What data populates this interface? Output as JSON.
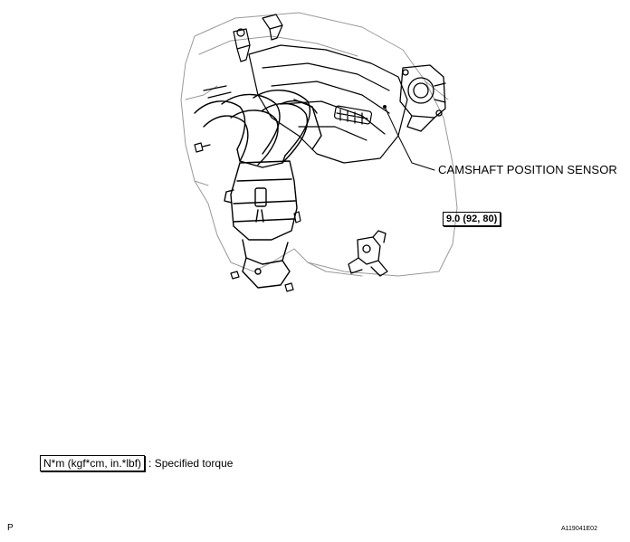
{
  "callouts": {
    "camshaft_sensor": "CAMSHAFT POSITION SENSOR",
    "torque_value": "9.0 (92, 80)"
  },
  "legend": {
    "unit_box": "N*m (kgf*cm, in.*lbf)",
    "description": ": Specified torque"
  },
  "footer": {
    "page_letter": "P",
    "figure_id": "A119041E02"
  },
  "icons": {
    "engine": "engine-assembly-drawing",
    "manifold": "exhaust-manifold-drawing",
    "sensor": "camshaft-position-sensor-drawing"
  }
}
